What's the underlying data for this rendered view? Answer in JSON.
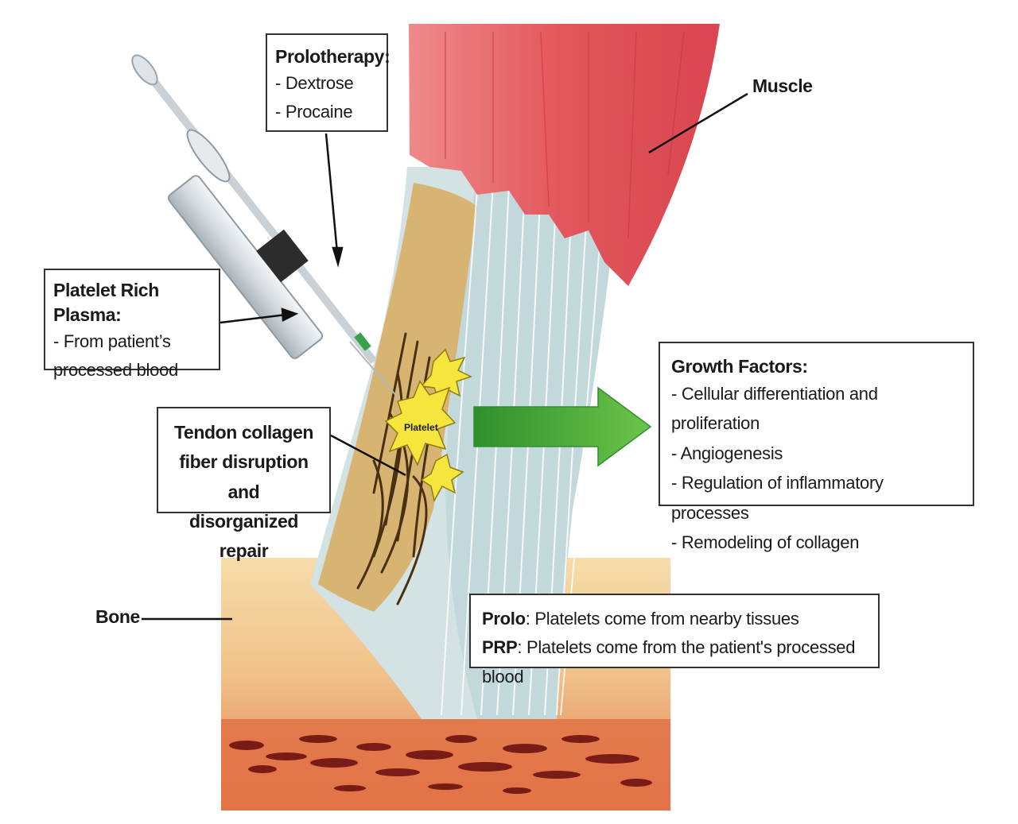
{
  "colors": {
    "muscle": "#d9474f",
    "tendon": "#c9dcdc",
    "damaged": "#d8b473",
    "bone_top": "#f3d19a",
    "bone_bottom": "#e37a4e",
    "platelet": "#f6e53c",
    "arrow": "#3ea43a"
  },
  "labels": {
    "muscle": "Muscle",
    "bone": "Bone",
    "platelet": "Platelet"
  },
  "prolotherapy": {
    "title": "Prolotherapy:",
    "items": [
      "- Dextrose",
      "- Procaine"
    ]
  },
  "prp": {
    "title": "Platelet Rich Plasma:",
    "items": [
      "- From patient’s",
      "processed blood"
    ]
  },
  "tendon": {
    "lines": [
      "Tendon collagen",
      "fiber disruption and",
      "disorganized repair"
    ]
  },
  "growth": {
    "title": "Growth Factors:",
    "items": [
      "- Cellular differentiation and proliferation",
      "- Angiogenesis",
      "- Regulation of inflammatory processes",
      "- Remodeling of collagen"
    ]
  },
  "sources": {
    "prolo_label": "Prolo",
    "prolo_text": ": Platelets come from nearby tissues",
    "prp_label": "PRP",
    "prp_text": ": Platelets come from the patient's processed blood"
  },
  "icons": {
    "syringe": "syringe-icon",
    "platelet": "platelet-icon",
    "arrow": "growth-arrow-icon"
  }
}
